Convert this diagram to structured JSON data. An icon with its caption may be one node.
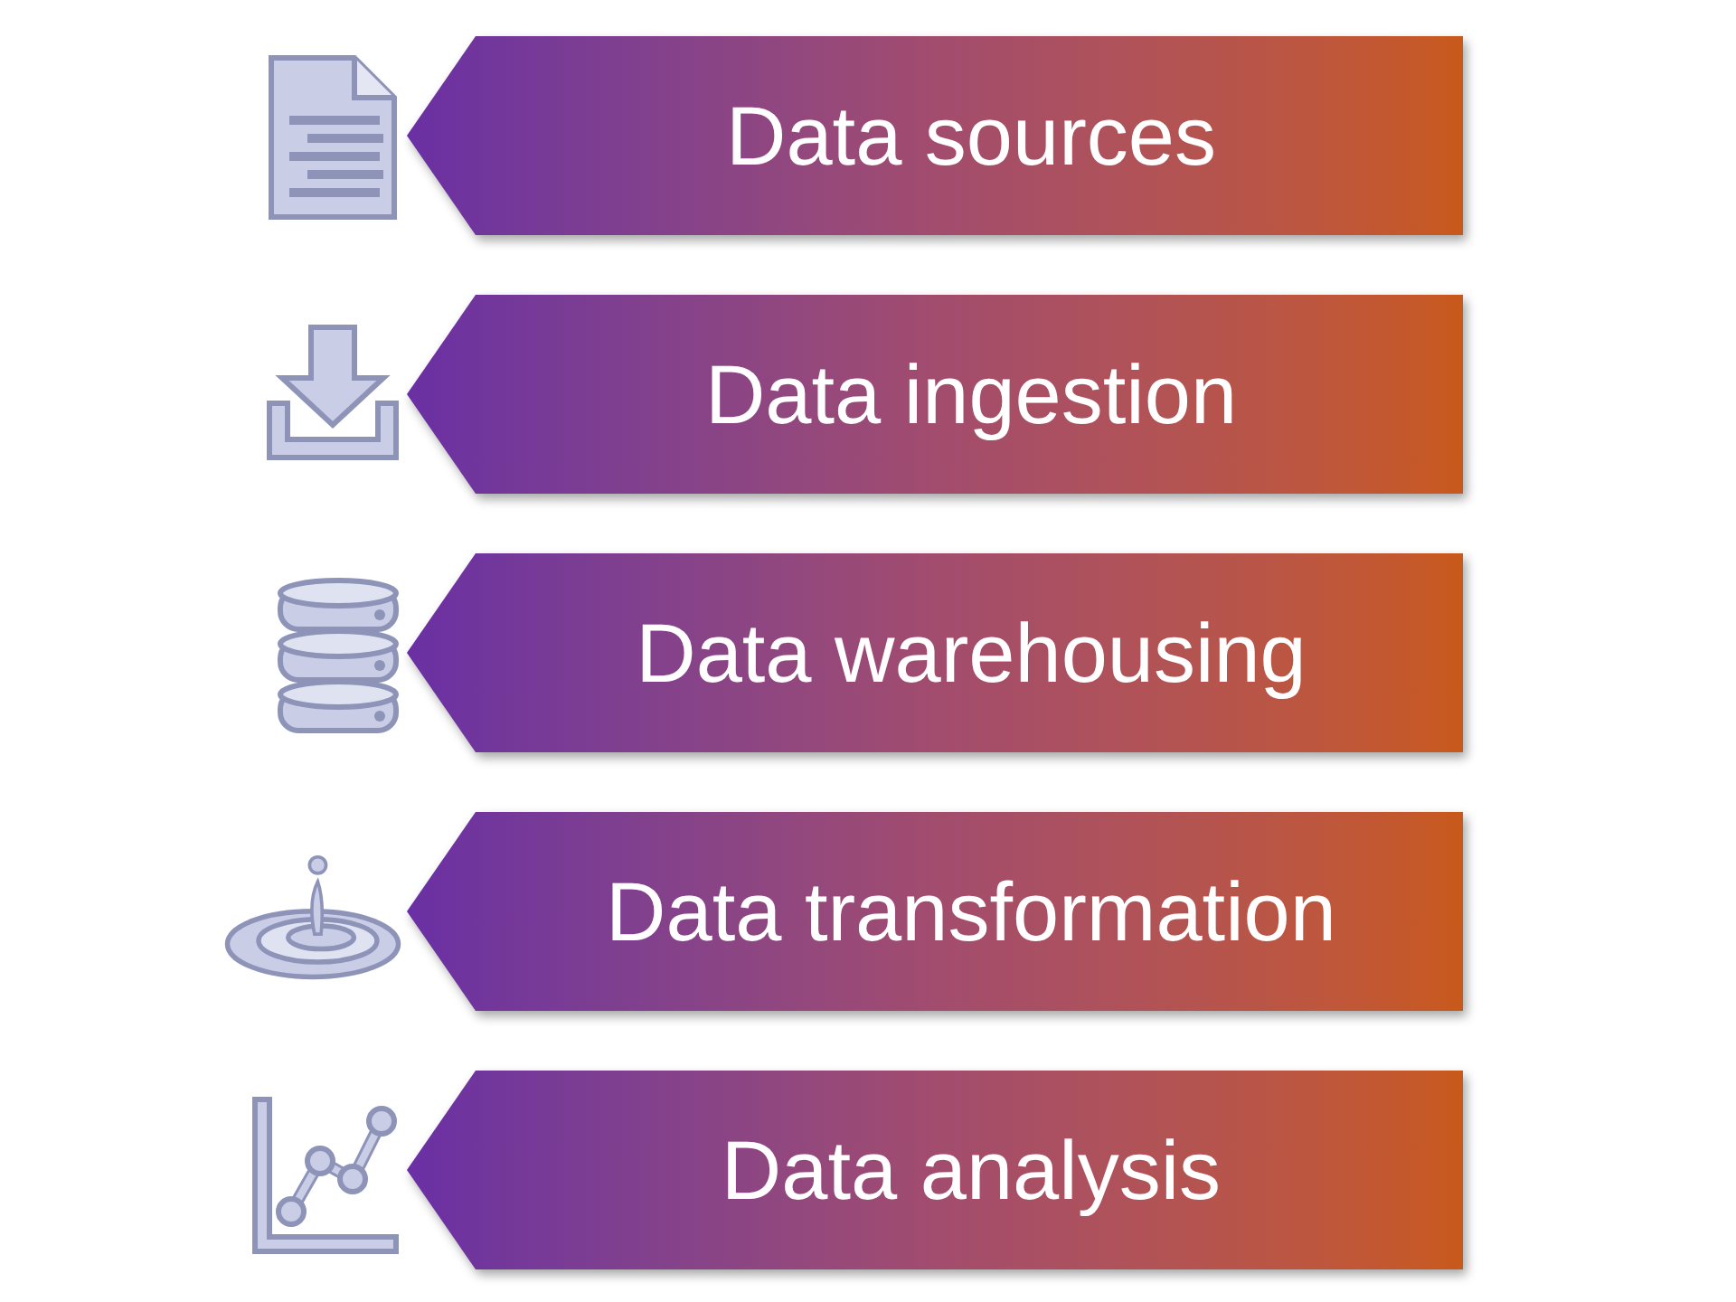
{
  "diagram": {
    "nodes": [
      {
        "text": [
          "Data sources"
        ]
      },
      {
        "text": [
          "Data ingestion"
        ]
      },
      {
        "text": [
          "Data warehousing"
        ]
      },
      {
        "text": [
          "Data transformation"
        ]
      },
      {
        "text": [
          "Data analysis"
        ]
      }
    ]
  }
}
